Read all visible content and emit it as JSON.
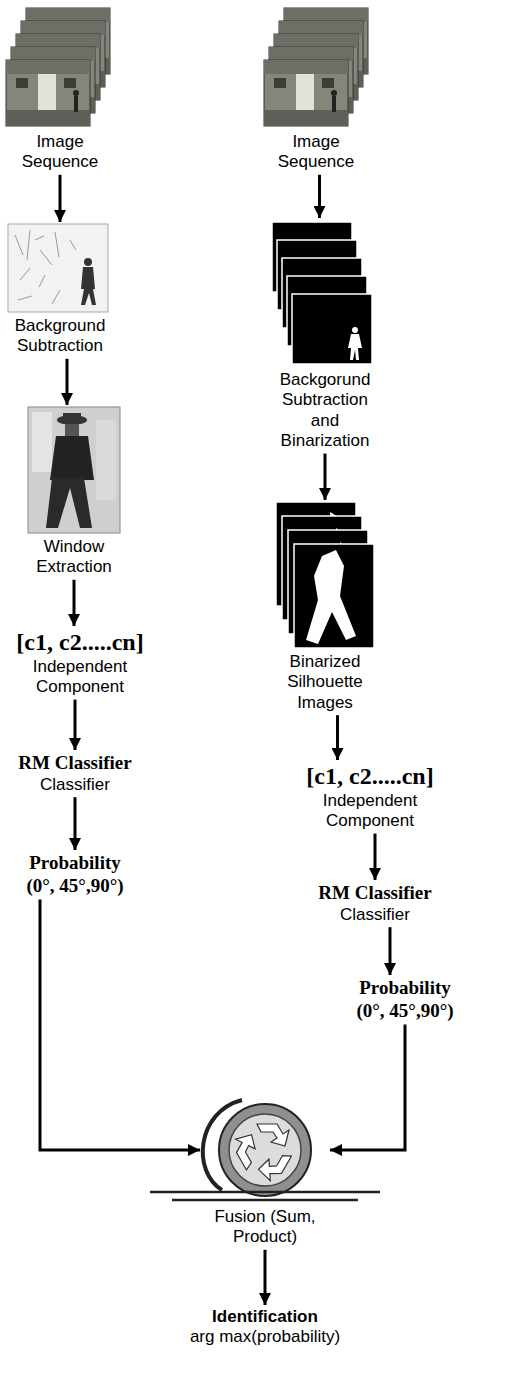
{
  "diagram": {
    "nodes": [
      {
        "text": [
          "Image Sequence"
        ]
      },
      {
        "text": [
          "Background Subtraction"
        ]
      },
      {
        "text": [
          "Window Extraction"
        ]
      },
      {
        "text": [
          "[c1, c2.....cn]",
          "Independent Component"
        ]
      },
      {
        "text": [
          "RM Classifier",
          "Classifier"
        ]
      },
      {
        "text": [
          "Probability",
          "(0°, 45°,90°)"
        ]
      },
      {
        "text": [
          "Image Sequence"
        ]
      },
      {
        "text": [
          "Backgorund Subtraction and Binarization"
        ]
      },
      {
        "text": [
          "Binarized Silhouette Images"
        ]
      },
      {
        "text": [
          "[c1, c2.....cn]",
          "Independent Component"
        ]
      },
      {
        "text": [
          "RM Classifier",
          "Classifier"
        ]
      },
      {
        "text": [
          "Probability",
          "(0°, 45°,90°)"
        ]
      },
      {
        "text": [
          "Fusion (Sum, Product)"
        ]
      },
      {
        "text": [
          "Identification",
          "arg max(probability)"
        ]
      }
    ],
    "edges": [
      {
        "from": 0,
        "to": 1,
        "arrow": "to"
      },
      {
        "from": 1,
        "to": 2,
        "arrow": "to"
      },
      {
        "from": 2,
        "to": 3,
        "arrow": "to"
      },
      {
        "from": 3,
        "to": 4,
        "arrow": "to"
      },
      {
        "from": 4,
        "to": 5,
        "arrow": "to"
      },
      {
        "from": 5,
        "to": 12,
        "arrow": "to"
      },
      {
        "from": 6,
        "to": 7,
        "arrow": "to"
      },
      {
        "from": 7,
        "to": 8,
        "arrow": "to"
      },
      {
        "from": 8,
        "to": 9,
        "arrow": "to"
      },
      {
        "from": 9,
        "to": 10,
        "arrow": "to"
      },
      {
        "from": 10,
        "to": 11,
        "arrow": "to"
      },
      {
        "from": 11,
        "to": 12,
        "arrow": "to"
      },
      {
        "from": 12,
        "to": 13,
        "arrow": "to"
      }
    ]
  }
}
